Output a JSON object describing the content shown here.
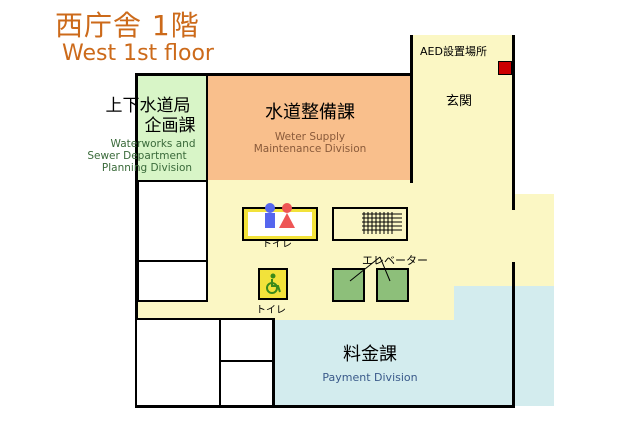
{
  "header": {
    "title_jp": "西庁舎 1階",
    "title_en": "West 1st floor"
  },
  "rooms": {
    "planning": {
      "jp_line1": "上下水道局",
      "jp_line2": "企画課",
      "en_line1": "Waterworks and",
      "en_line2": "Sewer Department",
      "en_line3": "Planning Division"
    },
    "maintenance": {
      "jp": "水道整備課",
      "en_line1": "Weter Supply",
      "en_line2": "Maintenance Division"
    },
    "payment": {
      "jp": "料金課",
      "en": "Payment Division"
    },
    "entrance": {
      "jp": "玄関"
    }
  },
  "facilities": {
    "aed": "AED設置場所",
    "toilet": "トイレ",
    "accessible_toilet": "トイレ",
    "elevator": "エレベーター"
  },
  "colors": {
    "title": "#cc6a1a",
    "hall": "#fbf7c4",
    "planning": "#d8f5c7",
    "maintenance": "#f9bf8c",
    "payment": "#d3ecee",
    "elevator": "#8dbf7a",
    "aed": "#cc0000"
  }
}
